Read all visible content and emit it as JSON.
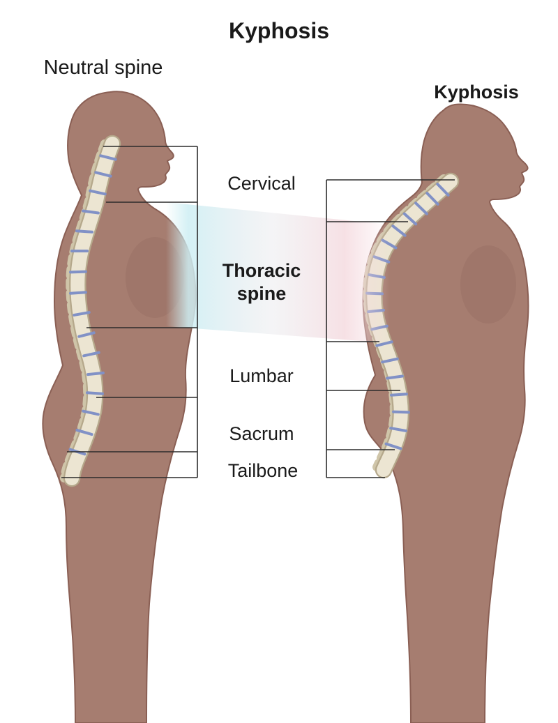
{
  "labels": {
    "title": "Kyphosis",
    "left_figure": "Neutral spine",
    "right_figure": "Kyphosis"
  },
  "regions": [
    {
      "name": "cervical",
      "label": "Cervical"
    },
    {
      "name": "thoracic",
      "label_line1": "Thoracic",
      "label_line2": "spine"
    },
    {
      "name": "lumbar",
      "label": "Lumbar"
    },
    {
      "name": "sacrum",
      "label": "Sacrum"
    },
    {
      "name": "tailbone",
      "label": "Tailbone"
    }
  ],
  "colors": {
    "skin": "#a67d70",
    "skin_outline": "#8a5f54",
    "spine_bone": "#ece5d2",
    "spine_edge": "#b5a88b",
    "disc_blue": "#8191c6",
    "highlight_cyan": "#cdeef3",
    "highlight_pink": "#f5dbe0",
    "bracket_line": "#2b2b2b",
    "text": "#1a1a1a",
    "background": "#ffffff"
  }
}
